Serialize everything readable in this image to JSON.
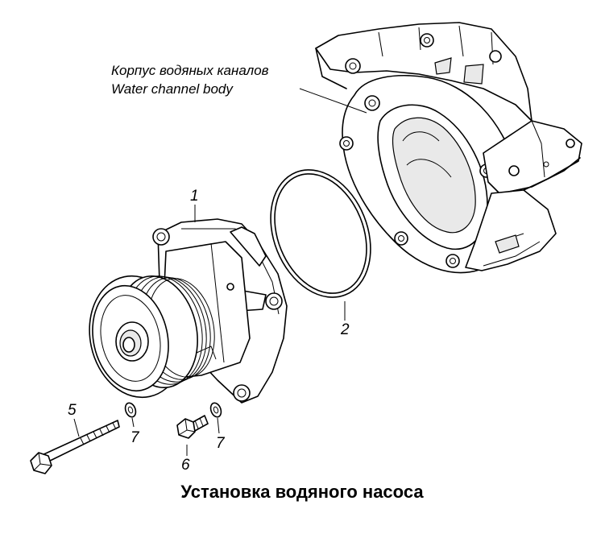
{
  "title": "Установка водяного насоса",
  "callout": {
    "ru": "Корпус водяных каналов",
    "en": "Water channel body"
  },
  "parts": [
    {
      "id": "pump",
      "number": "1"
    },
    {
      "id": "o-ring",
      "number": "2"
    },
    {
      "id": "long-bolt",
      "number": "5"
    },
    {
      "id": "short-bolt",
      "number": "6"
    },
    {
      "id": "washer-left",
      "number": "7"
    },
    {
      "id": "washer-right",
      "number": "7"
    }
  ]
}
